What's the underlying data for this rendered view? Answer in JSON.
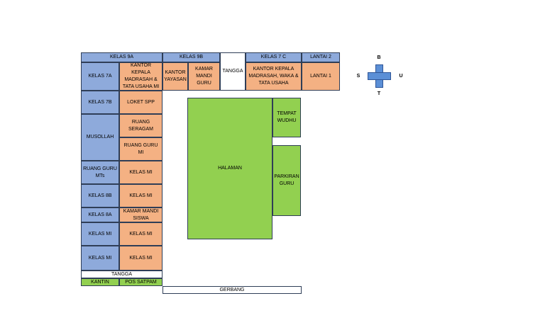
{
  "rooms": {
    "kelas_9a": "KELAS 9A",
    "kelas_9b": "KELAS 9B",
    "kelas_7c": "KELAS 7 C",
    "lantai_2": "LANTAI 2",
    "kelas_7a": "KELAS 7A",
    "kantor_kepala_tu": "KANTOR KEPALA MADRASAH & TATA USAHA MI",
    "kantor_yayasan": "KANTOR YAYASAN",
    "kamar_mandi_guru": "KAMAR MANDI GURU",
    "tangga_top": "TANGGA",
    "kantor_kepala_waka": "KANTOR KEPALA MADRASAH, WAKA & TATA USAHA",
    "lantai_1": "LANTAI 1",
    "kelas_7b": "KELAS 7B",
    "loket_spp": "LOKET SPP",
    "musollah": "MUSOLLAH",
    "ruang_seragam": "RUANG SERAGAM",
    "ruang_guru_mi": "RUANG GURU MI",
    "ruang_guru_mts": "RUANG GURU MTs",
    "kelas_mi_1": "KELAS MI",
    "kelas_8b": "KELAS 8B",
    "kelas_mi_2": "KELAS MI",
    "kelas_8a": "KELAS 8A",
    "kamar_mandi_siswa": "KAMAR MANDI SISWA",
    "kelas_mi_left_1": "KELAS MI",
    "kelas_mi_3": "KELAS MI",
    "kelas_mi_left_2": "KELAS MI",
    "kelas_mi_4": "KELAS MI",
    "tangga_bottom": "TANGGA",
    "kantin": "KANTIN",
    "pos_satpam": "POS SATPAM",
    "gerbang": "GERBANG",
    "halaman": "HALAMAN",
    "tempat_wudhu": "TEMPAT WUDHU",
    "parkiran_guru": "PARKIRAN GURU"
  },
  "compass": {
    "north": "B",
    "south": "T",
    "west": "S",
    "east": "U"
  },
  "colors": {
    "classroom": "#8eaadb",
    "office": "#f4b183",
    "open_area": "#92d050",
    "compass": "#5b8fd6"
  }
}
